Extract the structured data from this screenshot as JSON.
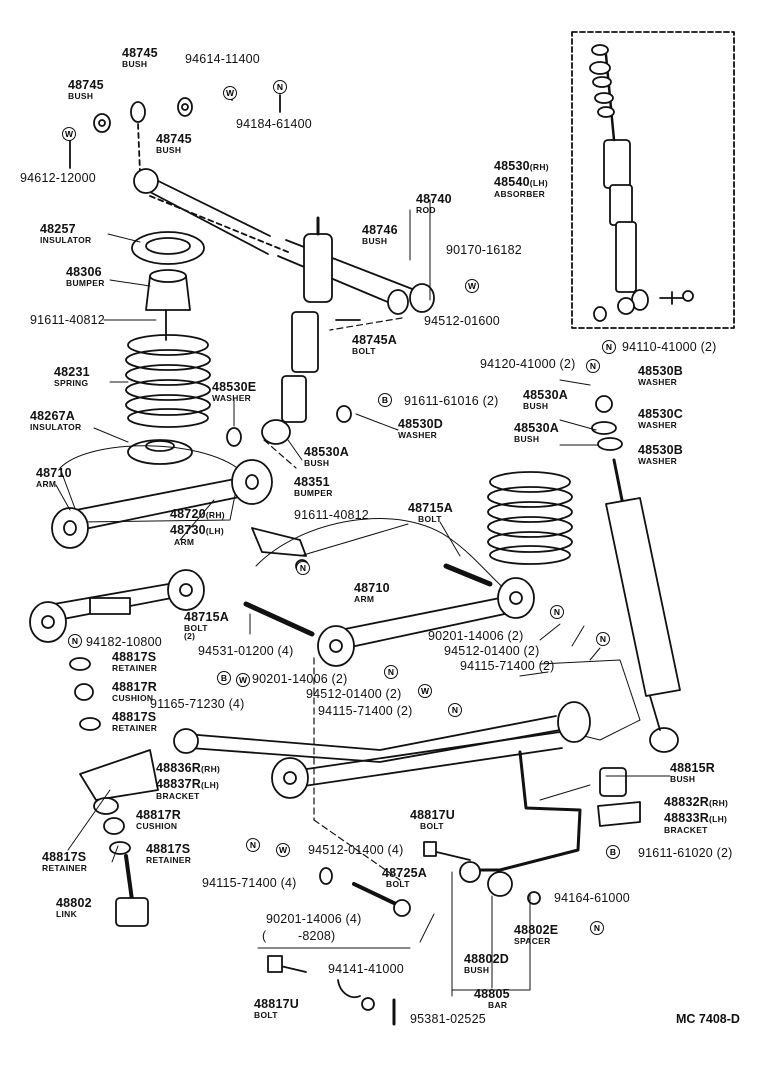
{
  "callouts": {
    "c48745a": {
      "pn": "48745",
      "name": "BUSH"
    },
    "c48745b": {
      "pn": "48745",
      "name": "BUSH"
    },
    "c48745c": {
      "pn": "48745",
      "name": "BUSH"
    },
    "c94614": {
      "pn": "94614-11400"
    },
    "c94184": {
      "pn": "94184-61400"
    },
    "c94612": {
      "pn": "94612-12000"
    },
    "c48257": {
      "pn": "48257",
      "name": "INSULATOR"
    },
    "c48306": {
      "pn": "48306",
      "name": "BUMPER"
    },
    "c91611a": {
      "pn": "91611-40812"
    },
    "c48231": {
      "pn": "48231",
      "name": "SPRING"
    },
    "c48530E": {
      "pn": "48530E",
      "name": "WASHER"
    },
    "c48267A": {
      "pn": "48267A",
      "name": "INSULATOR"
    },
    "c48710a": {
      "pn": "48710",
      "name": "ARM"
    },
    "c48720": {
      "pn": "48720",
      "sub": "(RH)"
    },
    "c48730": {
      "pn": "48730",
      "sub": "(LH)",
      "name": "ARM"
    },
    "c48740": {
      "pn": "48740",
      "name": "ROD"
    },
    "c48746": {
      "pn": "48746",
      "name": "BUSH"
    },
    "c90170": {
      "pn": "90170-16182"
    },
    "c94512a": {
      "pn": "94512-01600"
    },
    "c48745A": {
      "pn": "48745A",
      "name": "BOLT"
    },
    "c48530D": {
      "pn": "48530D",
      "name": "WASHER"
    },
    "c48530A1": {
      "pn": "48530A",
      "name": "BUSH"
    },
    "c48351": {
      "pn": "48351",
      "name": "BUMPER"
    },
    "c91611b": {
      "pn": "91611-40812"
    },
    "c48715A1": {
      "pn": "48715A",
      "name": "BOLT"
    },
    "c48530": {
      "pn": "48530",
      "sub": "(RH)"
    },
    "c48540": {
      "pn": "48540",
      "sub": "(LH)",
      "name": "ABSORBER"
    },
    "c94110": {
      "pn": "94110-41000 (2)"
    },
    "c94120": {
      "pn": "94120-41000 (2)"
    },
    "c48530B1": {
      "pn": "48530B",
      "name": "WASHER"
    },
    "c91611c": {
      "pn": "91611-61016 (2)"
    },
    "c48530A2": {
      "pn": "48530A",
      "name": "BUSH"
    },
    "c48530C": {
      "pn": "48530C",
      "name": "WASHER"
    },
    "c48530A3": {
      "pn": "48530A",
      "name": "BUSH"
    },
    "c48530B2": {
      "pn": "48530B",
      "name": "WASHER"
    },
    "c48710b": {
      "pn": "48710",
      "name": "ARM"
    },
    "c48715A2": {
      "pn": "48715A",
      "name": "BOLT",
      "qty": "(2)"
    },
    "c94182": {
      "pn": "94182-10800"
    },
    "c94531": {
      "pn": "94531-01200 (4)"
    },
    "c48817S1": {
      "pn": "48817S",
      "name": "RETAINER"
    },
    "c48817R1": {
      "pn": "48817R",
      "name": "CUSHION"
    },
    "c48817S2": {
      "pn": "48817S",
      "name": "RETAINER"
    },
    "c90201a": {
      "pn": "90201-14006 (2)"
    },
    "c94512b": {
      "pn": "94512-01400 (2)"
    },
    "c94115a": {
      "pn": "94115-71400 (2)"
    },
    "c90201b": {
      "pn": "90201-14006 (2)"
    },
    "c94512c": {
      "pn": "94512-01400 (2)"
    },
    "c94115b": {
      "pn": "94115-71400 (2)"
    },
    "c91165": {
      "pn": "91165-71230 (4)"
    },
    "c48836R": {
      "pn": "48836R",
      "sub": "(RH)"
    },
    "c48837R": {
      "pn": "48837R",
      "sub": "(LH)",
      "name": "BRACKET"
    },
    "c48815R": {
      "pn": "48815R",
      "name": "BUSH"
    },
    "c48832R": {
      "pn": "48832R",
      "sub": "(RH)"
    },
    "c48833R": {
      "pn": "48833R",
      "sub": "(LH)",
      "name": "BRACKET"
    },
    "c91611d": {
      "pn": "91611-61020 (2)"
    },
    "c48817R2": {
      "pn": "48817R",
      "name": "CUSHION"
    },
    "c48817S3": {
      "pn": "48817S",
      "name": "RETAINER"
    },
    "c48817S4": {
      "pn": "48817S",
      "name": "RETAINER"
    },
    "c48802": {
      "pn": "48802",
      "name": "LINK"
    },
    "c48817U1": {
      "pn": "48817U",
      "name": "BOLT"
    },
    "c94512d": {
      "pn": "94512-01400 (4)"
    },
    "c94115c": {
      "pn": "94115-71400 (4)"
    },
    "c90201c": {
      "pn": "90201-14006 (4)"
    },
    "c48725A": {
      "pn": "48725A",
      "name": "BOLT"
    },
    "c8208": {
      "pn": "( -8208)"
    },
    "c94164": {
      "pn": "94164-61000"
    },
    "c48802E": {
      "pn": "48802E",
      "name": "SPACER"
    },
    "c48802D": {
      "pn": "48802D",
      "name": "BUSH"
    },
    "c48805": {
      "pn": "48805",
      "name": "BAR"
    },
    "c94141": {
      "pn": "94141-41000"
    },
    "c48817U2": {
      "pn": "48817U",
      "name": "BOLT"
    },
    "c95381": {
      "pn": "95381-02525"
    }
  },
  "symbols": {
    "washer": "W",
    "nut": "N",
    "bolt": "B"
  },
  "diagram_code": "MC 7408-D"
}
